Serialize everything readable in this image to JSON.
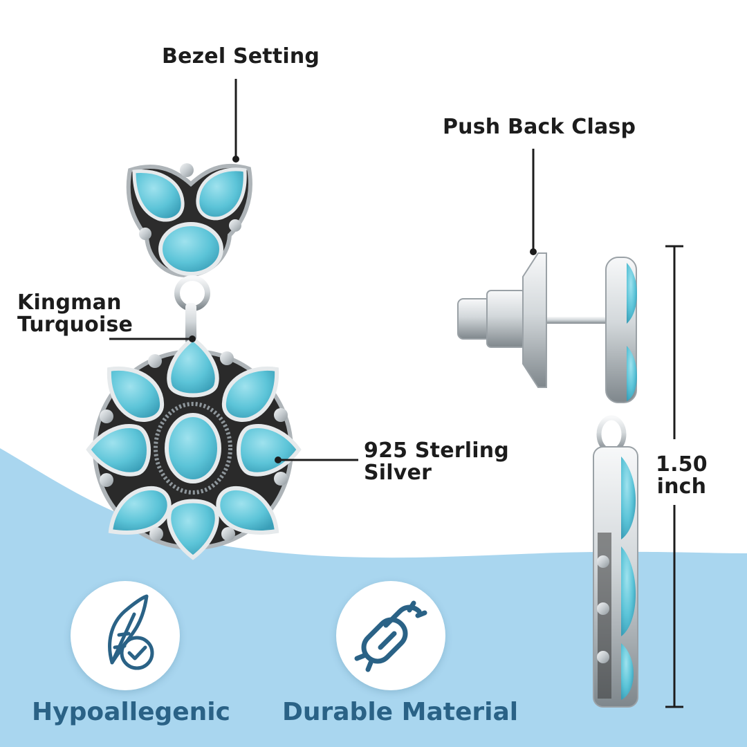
{
  "colors": {
    "background": "#ffffff",
    "wave": "#a9d6ef",
    "turquoise": "#5cc4d8",
    "silver": "#d6dbde",
    "callout_line": "#1c1c1c",
    "feature_text": "#2a6286"
  },
  "callouts": {
    "bezel": "Bezel Setting",
    "push_back": "Push Back Clasp",
    "kingman_line1": "Kingman",
    "kingman_line2": "Turquoise",
    "silver_line1": "925 Sterling",
    "silver_line2": "Silver"
  },
  "dimension": {
    "value": "1.50",
    "unit": "inch"
  },
  "features": [
    {
      "label": "Hypoallegenic",
      "icon": "feather-check-icon"
    },
    {
      "label": "Durable Material",
      "icon": "chain-link-icon"
    }
  ]
}
